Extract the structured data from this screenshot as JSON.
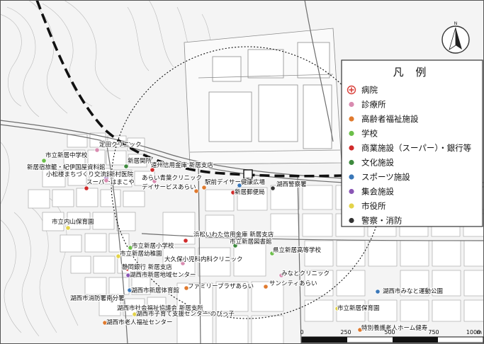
{
  "colors": {
    "hospital": "#d9403a",
    "clinic": "#d98bb0",
    "elderly": "#e07a2e",
    "school": "#6cbf4a",
    "commercial": "#d02a2a",
    "culture": "#3e8a3e",
    "sports": "#3a77b8",
    "assembly": "#8a56b5",
    "cityhall": "#e3d34a",
    "police": "#333333"
  },
  "north": {
    "label": "N"
  },
  "legend": {
    "title": "凡 例",
    "items": [
      {
        "type": "hospital",
        "label": "病院"
      },
      {
        "type": "clinic",
        "label": "診療所"
      },
      {
        "type": "elderly",
        "label": "高齢者福祉施設"
      },
      {
        "type": "school",
        "label": "学校"
      },
      {
        "type": "commercial",
        "label": "商業施設（スーパー）・銀行等"
      },
      {
        "type": "culture",
        "label": "文化施設"
      },
      {
        "type": "sports",
        "label": "スポーツ施設"
      },
      {
        "type": "assembly",
        "label": "集会施設"
      },
      {
        "type": "cityhall",
        "label": "市役所"
      },
      {
        "type": "police",
        "label": "警察・消防"
      }
    ]
  },
  "scale": {
    "labels": [
      "0",
      "250",
      "500",
      "750",
      "1000"
    ],
    "unit": "m"
  },
  "pois": [
    {
      "label": "市立新居中学校",
      "type": "school"
    },
    {
      "label": "新居宿旅籠・紀伊国屋資料館",
      "type": "culture"
    },
    {
      "label": "小松楼まちづくり交流館",
      "type": "assembly"
    },
    {
      "label": "スーパーはまこや",
      "type": "commercial"
    },
    {
      "label": "新村医院",
      "type": "clinic"
    },
    {
      "label": "定田クリニック",
      "type": "clinic"
    },
    {
      "label": "新居関所",
      "type": "culture"
    },
    {
      "label": "遠州信用金庫 新居支店",
      "type": "commercial"
    },
    {
      "label": "あらい青葉クリニック",
      "type": "clinic"
    },
    {
      "label": "デイサービスあらい",
      "type": "elderly"
    },
    {
      "label": "駅前デイサービス",
      "type": "elderly"
    },
    {
      "label": "健康広場",
      "type": "sports"
    },
    {
      "label": "新居郵便局",
      "type": "commercial"
    },
    {
      "label": "湖西警察署",
      "type": "police"
    },
    {
      "label": "市立内山保育園",
      "type": "cityhall"
    },
    {
      "label": "浜松いわた信用金庫 新居支店",
      "type": "commercial"
    },
    {
      "label": "市立新居図書館",
      "type": "culture"
    },
    {
      "label": "県立新居高等学校",
      "type": "school"
    },
    {
      "label": "市立新居小学校",
      "type": "school"
    },
    {
      "label": "市立新居幼稚園",
      "type": "cityhall"
    },
    {
      "label": "大久保小児科内科クリニック",
      "type": "clinic"
    },
    {
      "label": "静岡銀行 新居支店",
      "type": "commercial"
    },
    {
      "label": "湖西市新居地域センター",
      "type": "assembly"
    },
    {
      "label": "ファミリープラザあらい",
      "type": "elderly"
    },
    {
      "label": "みなとクリニック",
      "type": "clinic"
    },
    {
      "label": "サンシティあらい",
      "type": "elderly"
    },
    {
      "label": "湖西市新居体育館",
      "type": "sports"
    },
    {
      "label": "湖西市消防署南分署",
      "type": "police"
    },
    {
      "label": "湖西市社会福祉協議会 新居支所",
      "type": "elderly"
    },
    {
      "label": "湖西市子育て支援センター のびっ子",
      "type": "cityhall"
    },
    {
      "label": "湖西市老人福祉センター",
      "type": "elderly"
    },
    {
      "label": "湖西市みなと運動公園",
      "type": "sports"
    },
    {
      "label": "市立新居保育園",
      "type": "cityhall"
    },
    {
      "label": "特別養護老人ホーム健寿",
      "type": "elderly"
    }
  ]
}
